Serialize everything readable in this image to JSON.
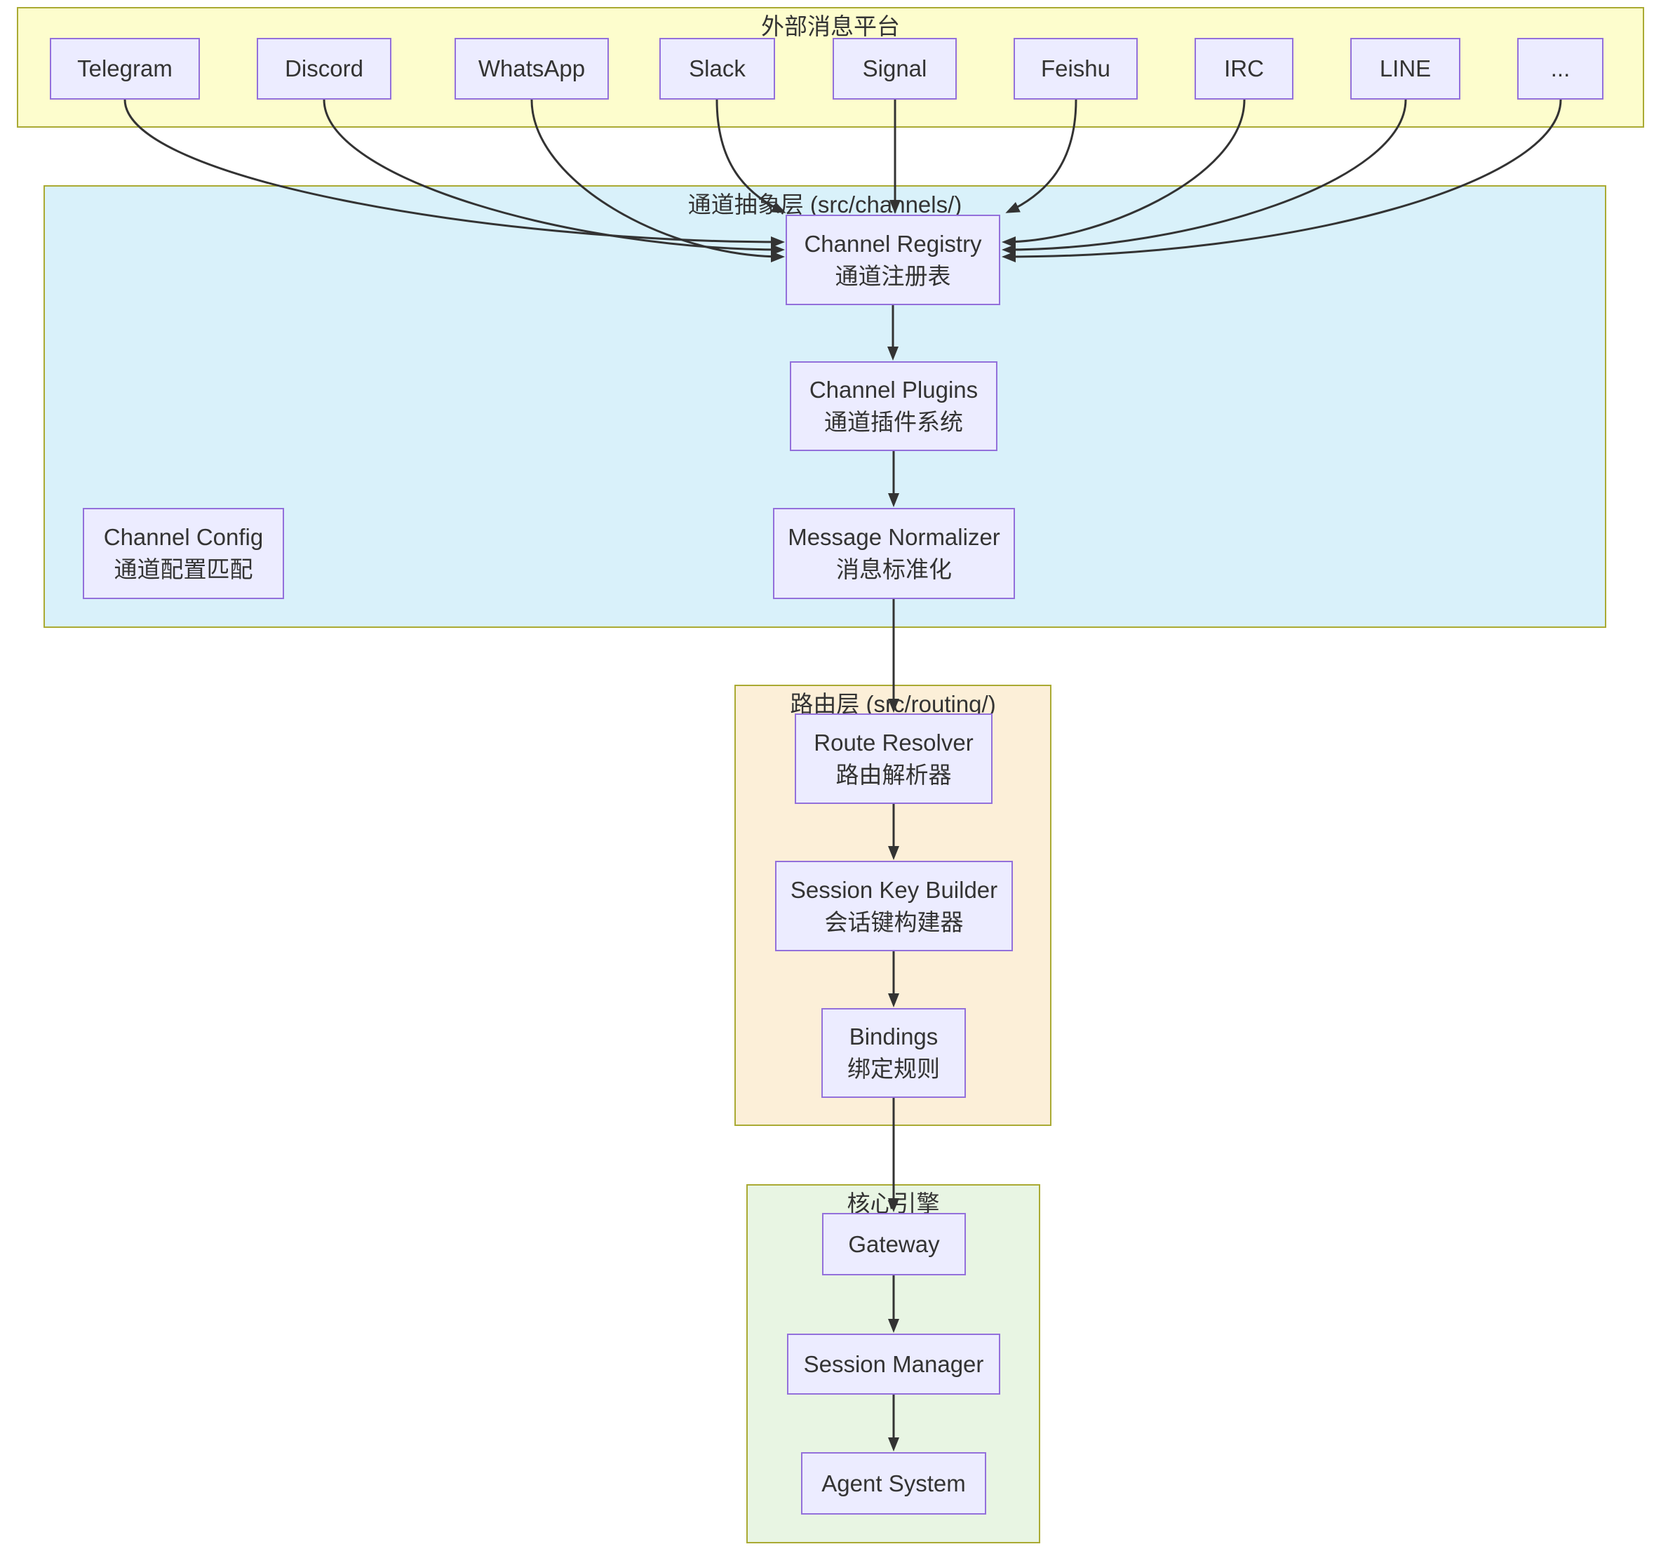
{
  "clusters": {
    "platforms": {
      "title": "外部消息平台"
    },
    "channels": {
      "title": "通道抽象层 (src/channels/)"
    },
    "routing": {
      "title": "路由层 (src/routing/)"
    },
    "core": {
      "title": "核心引擎"
    }
  },
  "platforms": [
    {
      "label": "Telegram"
    },
    {
      "label": "Discord"
    },
    {
      "label": "WhatsApp"
    },
    {
      "label": "Slack"
    },
    {
      "label": "Signal"
    },
    {
      "label": "Feishu"
    },
    {
      "label": "IRC"
    },
    {
      "label": "LINE"
    },
    {
      "label": "..."
    }
  ],
  "nodes": {
    "channel_registry": {
      "label_en": "Channel Registry",
      "label_zh": "通道注册表"
    },
    "channel_plugins": {
      "label_en": "Channel Plugins",
      "label_zh": "通道插件系统"
    },
    "message_normalizer": {
      "label_en": "Message Normalizer",
      "label_zh": "消息标准化"
    },
    "channel_config": {
      "label_en": "Channel Config",
      "label_zh": "通道配置匹配"
    },
    "route_resolver": {
      "label_en": "Route Resolver",
      "label_zh": "路由解析器"
    },
    "session_key_builder": {
      "label_en": "Session Key Builder",
      "label_zh": "会话键构建器"
    },
    "bindings": {
      "label_en": "Bindings",
      "label_zh": "绑定规则"
    },
    "gateway": {
      "label": "Gateway"
    },
    "session_manager": {
      "label": "Session Manager"
    },
    "agent_system": {
      "label": "Agent System"
    }
  },
  "colors": {
    "platforms_fill": "#fdfdcd",
    "channels_fill": "#d9f1fa",
    "routing_fill": "#fcefd8",
    "core_fill": "#e8f5e3",
    "cluster_border": "#aaaa33",
    "node_fill": "#ececff",
    "node_border": "#9370db",
    "edge": "#333333",
    "text": "#333333"
  }
}
